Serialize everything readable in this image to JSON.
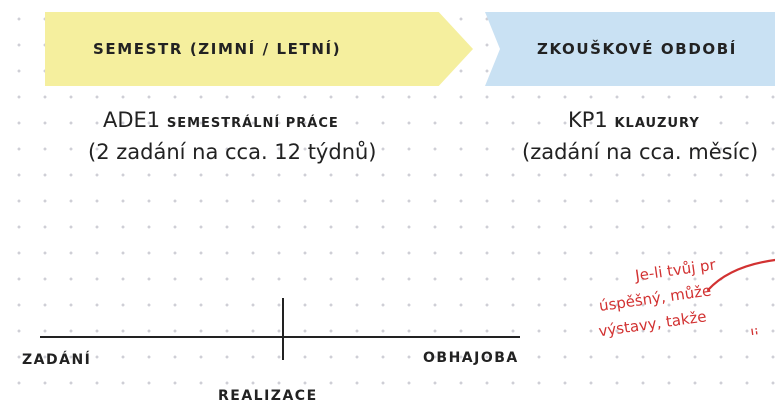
{
  "banners": {
    "semester": "SEMESTR (ZIMNÍ / LETNÍ)",
    "exam": "ZKOUŠKOVÉ OBDOBÍ"
  },
  "ade1": {
    "code": "ADE1",
    "type": "SEMESTRÁLNÍ PRÁCE",
    "detail": "(2 zadání na cca. 12 týdnů)"
  },
  "kp1": {
    "code": "KP1",
    "type": "KLAUZURY",
    "detail": "(zadání na cca. měsíc)"
  },
  "timeline": {
    "start": "ZADÁNÍ",
    "middle": "REALIZACE",
    "end": "OBHAJOBA"
  },
  "note": {
    "lines": [
      "Je-li tvůj pr",
      "úspěšný, může",
      "výstavy, takže",
      "li"
    ]
  },
  "colors": {
    "semester_banner": "#f5ef9e",
    "exam_banner": "#c9e1f3",
    "note_text": "#d23232"
  }
}
